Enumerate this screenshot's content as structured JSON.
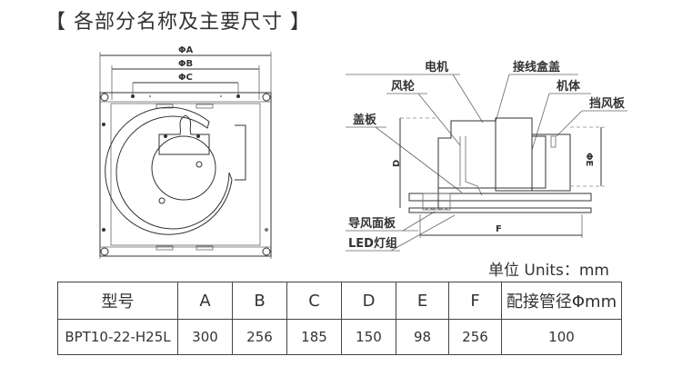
{
  "title": "【 各部分名称及主要尺寸 】",
  "top_view": {
    "dim_labels": [
      "ΦA",
      "ΦB",
      "ΦC"
    ]
  },
  "side_view": {
    "parts": {
      "motor": "电机",
      "junction_box_cover": "接线盒盖",
      "impeller": "风轮",
      "body": "机体",
      "damper": "挡风板",
      "cover_plate": "盖板",
      "air_guide_panel": "导风面板",
      "led_group": "LED灯组"
    },
    "dim_labels": {
      "d": "D",
      "e": "ΦE",
      "f": "F"
    }
  },
  "units_label": "单位 Units：mm",
  "spec_table": {
    "headers": [
      "型号",
      "A",
      "B",
      "C",
      "D",
      "E",
      "F",
      "配接管径Φmm"
    ],
    "rows": [
      [
        "BPT10-22-H25L",
        "300",
        "256",
        "185",
        "150",
        "98",
        "256",
        "100"
      ]
    ]
  }
}
